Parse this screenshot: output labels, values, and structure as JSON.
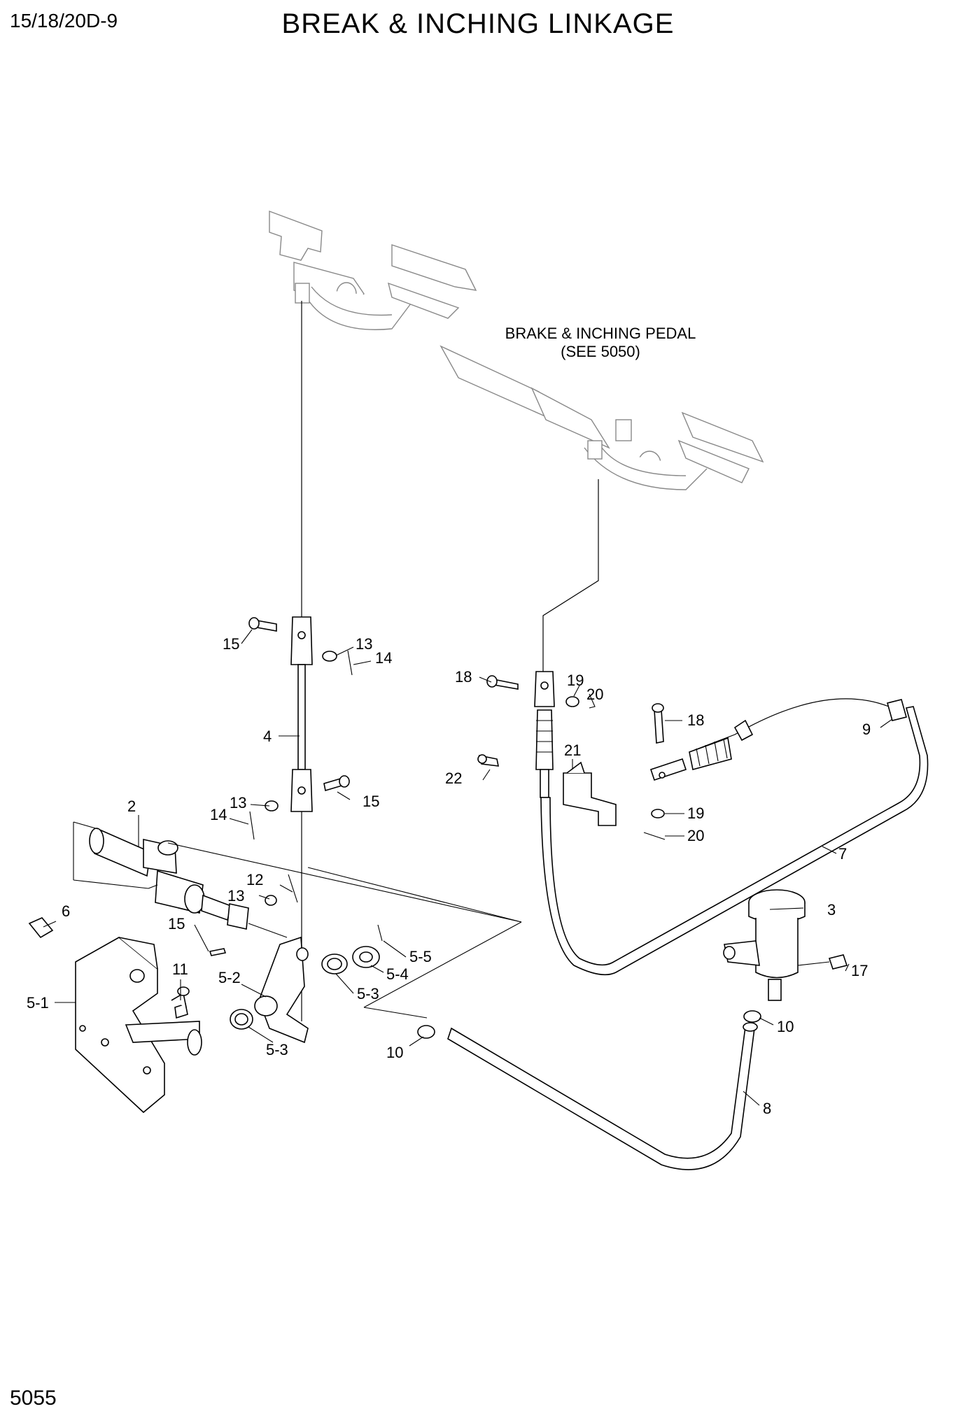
{
  "header": {
    "model": "15/18/20D-9",
    "title": "BREAK & INCHING LINKAGE"
  },
  "footer": {
    "page_number": "5055"
  },
  "note": {
    "line1": "BRAKE & INCHING PEDAL",
    "line2": "(SEE 5050)"
  },
  "callouts": [
    "15",
    "13",
    "14",
    "4",
    "13",
    "14",
    "15",
    "2",
    "12",
    "13",
    "15",
    "6",
    "11",
    "5-1",
    "5-2",
    "5-3",
    "5-3",
    "5-4",
    "5-5",
    "10",
    "18",
    "19",
    "20",
    "22",
    "21",
    "18",
    "19",
    "20",
    "9",
    "7",
    "3",
    "17",
    "10",
    "8"
  ]
}
